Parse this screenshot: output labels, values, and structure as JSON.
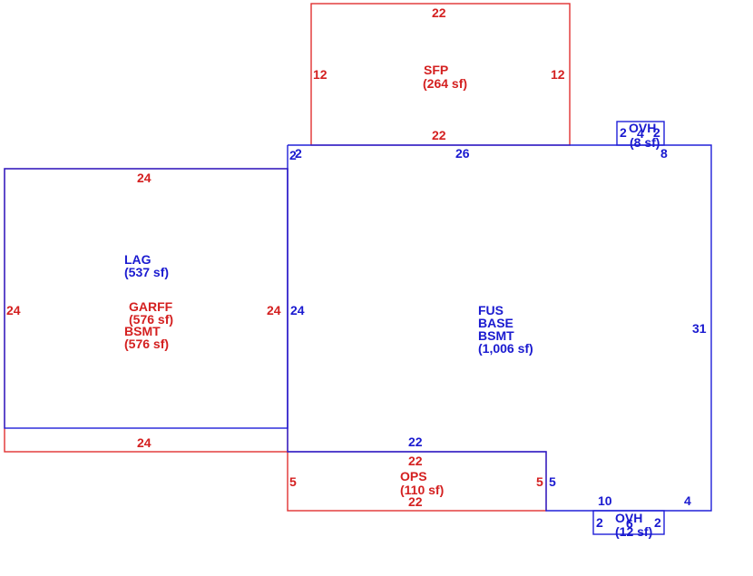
{
  "colors": {
    "red": "#d42020",
    "blue": "#1a1ad0"
  },
  "areas": {
    "sfp": {
      "code": "SFP",
      "area": "(264 sf)",
      "top": "22",
      "bottom": "22",
      "left": "12",
      "right": "12"
    },
    "fus": {
      "line1": "FUS",
      "line2": "BASE",
      "line3": "BSMT",
      "area": "(1,006 sf)",
      "top": "26",
      "right": "31",
      "left_a": "2",
      "left_b": "2",
      "top_right": "8",
      "bottom_right": "4",
      "bottom": "10",
      "step": "5",
      "left": "24",
      "bottom_left": "22"
    },
    "lag": {
      "code": "LAG",
      "area": "(537 sf)",
      "top": "24"
    },
    "garff": {
      "code": "GARFF",
      "area": "(576 sf)",
      "left": "24",
      "right": "24",
      "bottom": "24"
    },
    "bsmt": {
      "code": "BSMT",
      "area": "(576 sf)"
    },
    "ops": {
      "code": "OPS",
      "area": "(110 sf)",
      "top": "22",
      "bottom": "22",
      "left": "5",
      "right": "5"
    },
    "ovh_top": {
      "code": "OVH",
      "area": "(8 sf)",
      "left": "2",
      "mid": "4",
      "right": "2"
    },
    "ovh_bottom": {
      "code": "OVH",
      "area": "(12 sf)",
      "left": "2",
      "mid": "6",
      "right": "2"
    }
  }
}
